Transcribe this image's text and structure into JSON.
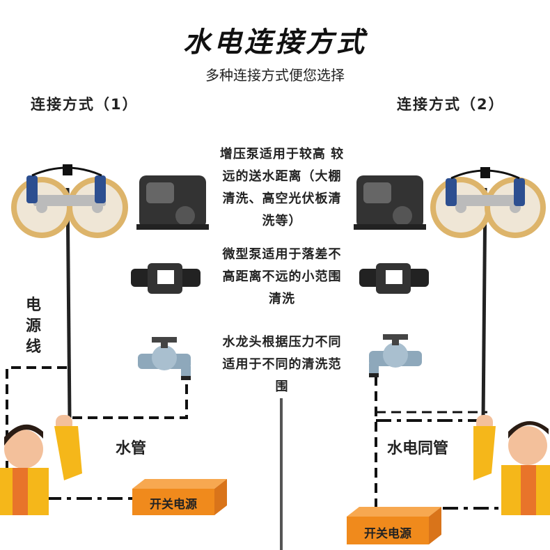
{
  "header": {
    "title": "水电连接方式",
    "subtitle": "多种连接方式便您选择"
  },
  "methods": {
    "left": "连接方式（1）",
    "right": "连接方式（2）"
  },
  "descriptions": {
    "booster_pump": [
      "增压泵适用于较高 较",
      "远的送水距离（大棚",
      "清洗、高空光伏板清",
      "洗等）"
    ],
    "micro_pump": [
      "微型泵适用于落差不",
      "高距离不远的小范围",
      "清洗"
    ],
    "faucet": [
      "水龙头根据压力不同",
      "适用于不同的清洗范",
      "围"
    ]
  },
  "labels": {
    "power_line": "电源线",
    "water_pipe": "水管",
    "water_power_pipe": "水电同管",
    "switch_power": "开关电源"
  },
  "colors": {
    "box": "#f08a1c",
    "brush": "#d9b86a",
    "pipe": "#111111",
    "jacket": "#f5b71a"
  }
}
